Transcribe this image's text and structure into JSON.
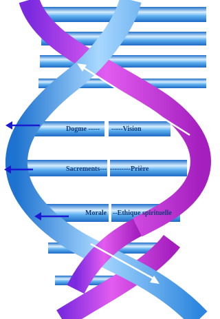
{
  "rungs": [
    {
      "left": "Dogme -----",
      "right": "-----Vision"
    },
    {
      "left": "Sacrements---",
      "right": "---------Prière"
    },
    {
      "left": "Morale",
      "right": "--Ethique spirituelle"
    }
  ],
  "colors": {
    "blue_strand": "#3a9be8",
    "blue_strand_light": "#bfe2ff",
    "magenta_strand": "#d21bd8",
    "purple_strand": "#8a36e6",
    "rung_blue": "#2e8fe6",
    "arrow": "#1a1ad0",
    "inner_arrow": "#ffffff"
  }
}
